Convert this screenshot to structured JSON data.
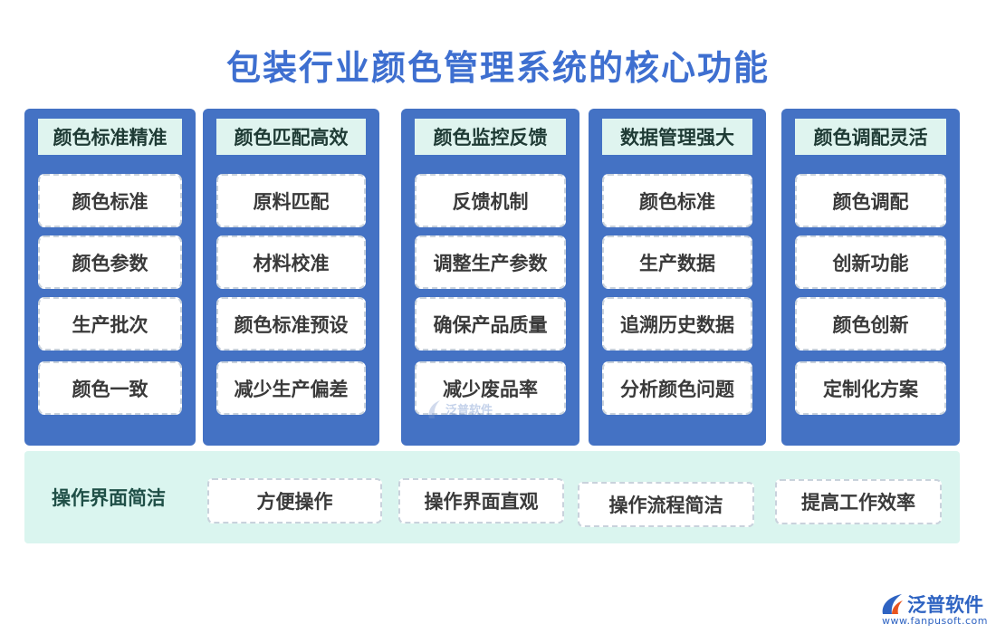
{
  "title": "包装行业颜色管理系统的核心功能",
  "columns": [
    {
      "heading": "颜色标准精准",
      "items": [
        "颜色标准",
        "颜色参数",
        "生产批次",
        "颜色一致"
      ]
    },
    {
      "heading": "颜色匹配高效",
      "items": [
        "原料匹配",
        "材料校准",
        "颜色标准预设",
        "减少生产偏差"
      ]
    },
    {
      "heading": "颜色监控反馈",
      "items": [
        "反馈机制",
        "调整生产参数",
        "确保产品质量",
        "减少废品率"
      ]
    },
    {
      "heading": "数据管理强大",
      "items": [
        "颜色标准",
        "生产数据",
        "追溯历史数据",
        "分析颜色问题"
      ]
    },
    {
      "heading": "颜色调配灵活",
      "items": [
        "颜色调配",
        "创新功能",
        "颜色创新",
        "定制化方案"
      ]
    }
  ],
  "bottom": {
    "label": "操作界面简洁",
    "items": [
      "方便操作",
      "操作界面直观",
      "操作流程简洁",
      "提高工作效率"
    ]
  },
  "watermark": {
    "text": "泛普软件"
  },
  "brand": {
    "name": "泛普软件",
    "url": "www.fanpusoft.com",
    "icon": "fanpu-logo-icon"
  },
  "colors": {
    "title": "#3e6fd0",
    "column_bg": "#4472c4",
    "heading_bg": "#dff4ef",
    "bottom_bg": "#daf5ef"
  }
}
